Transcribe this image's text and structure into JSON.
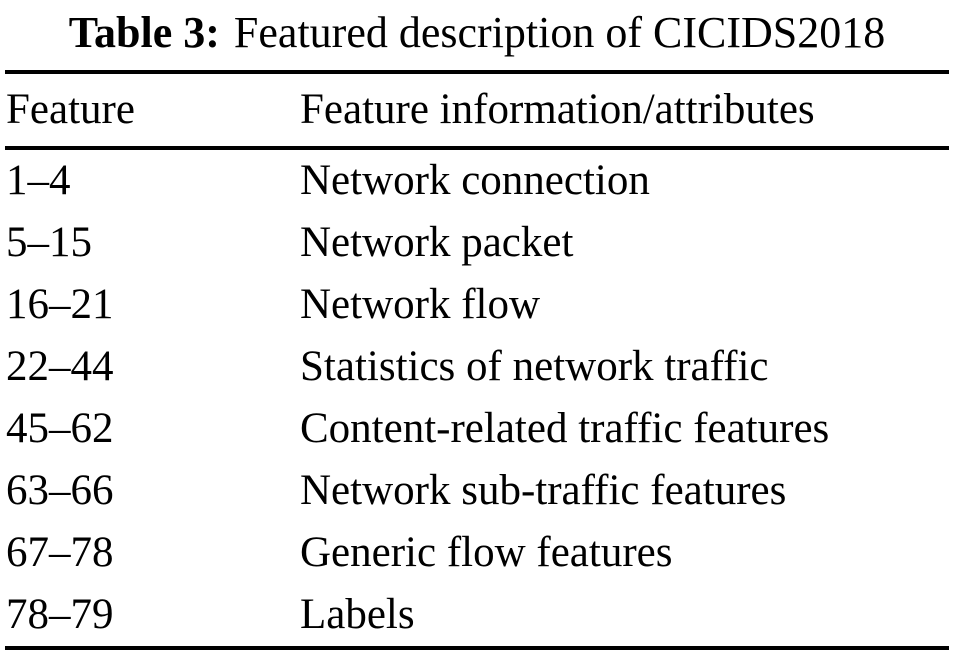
{
  "title": {
    "label": "Table 3:",
    "text": "Featured description of CICIDS2018"
  },
  "table": {
    "headers": {
      "feature": "Feature",
      "info": "Feature information/attributes"
    },
    "rows": [
      {
        "range": "1–4",
        "info": "Network connection"
      },
      {
        "range": "5–15",
        "info": "Network packet"
      },
      {
        "range": "16–21",
        "info": "Network flow"
      },
      {
        "range": "22–44",
        "info": "Statistics of network traffic"
      },
      {
        "range": "45–62",
        "info": "Content-related traffic features"
      },
      {
        "range": "63–66",
        "info": "Network sub-traffic features"
      },
      {
        "range": "67–78",
        "info": "Generic flow features"
      },
      {
        "range": "78–79",
        "info": "Labels"
      }
    ]
  },
  "chart_data": {
    "type": "table",
    "title": "Table 3: Featured description of CICIDS2018",
    "columns": [
      "Feature",
      "Feature information/attributes"
    ],
    "rows": [
      [
        "1–4",
        "Network connection"
      ],
      [
        "5–15",
        "Network packet"
      ],
      [
        "16–21",
        "Network flow"
      ],
      [
        "22–44",
        "Statistics of network traffic"
      ],
      [
        "45–62",
        "Content-related traffic features"
      ],
      [
        "63–66",
        "Network sub-traffic features"
      ],
      [
        "67–78",
        "Generic flow features"
      ],
      [
        "78–79",
        "Labels"
      ]
    ]
  }
}
